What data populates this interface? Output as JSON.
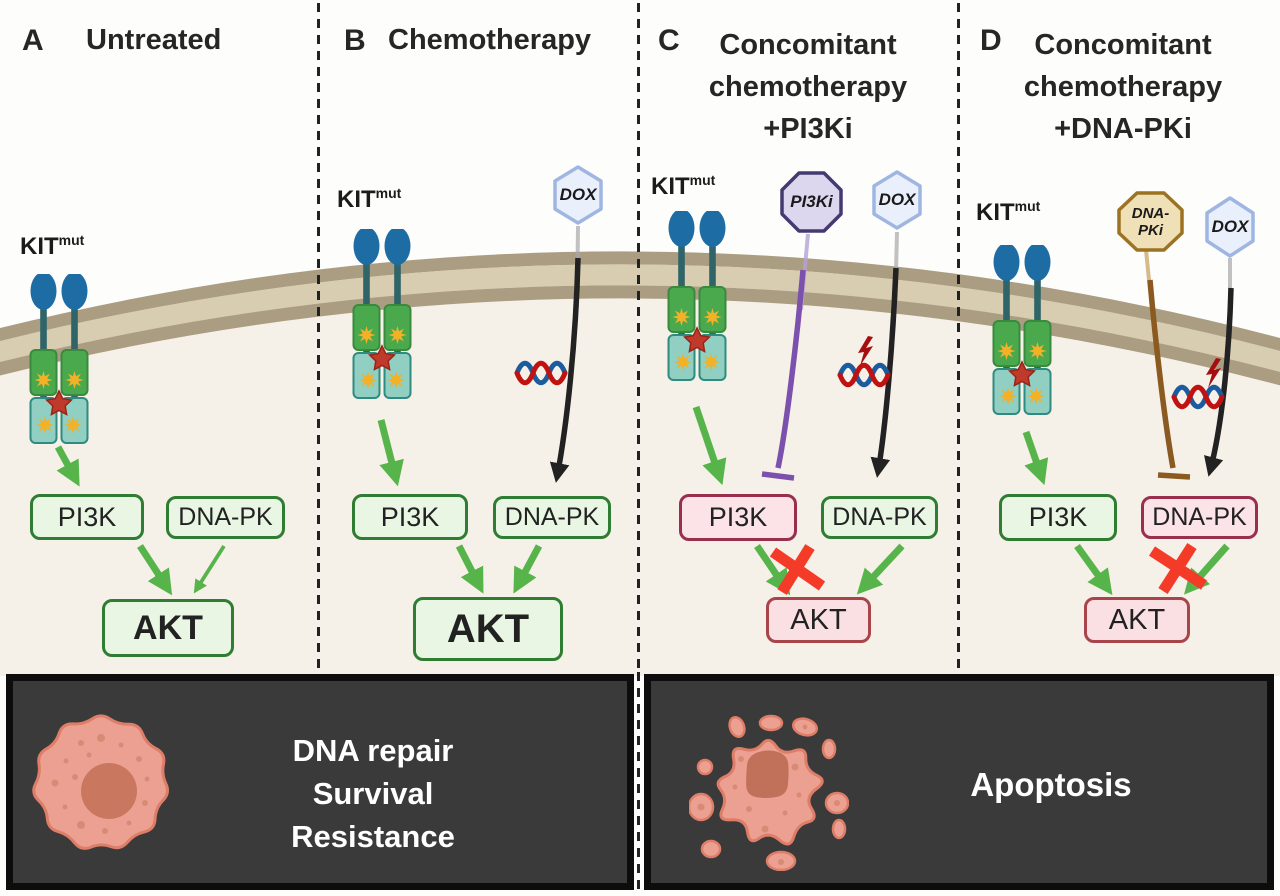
{
  "panels": [
    {
      "letter": "A",
      "title_lines": [
        "Untreated"
      ],
      "receptor": {
        "label": "KIT",
        "superscript": "mut"
      },
      "boxes": {
        "pi3k": "PI3K",
        "dna_pk": "DNA-PK",
        "akt": "AKT"
      }
    },
    {
      "letter": "B",
      "title_lines": [
        "Chemotherapy"
      ],
      "receptor": {
        "label": "KIT",
        "superscript": "mut"
      },
      "drug": {
        "label": "DOX"
      },
      "boxes": {
        "pi3k": "PI3K",
        "dna_pk": "DNA-PK",
        "akt": "AKT"
      }
    },
    {
      "letter": "C",
      "title_lines": [
        "Concomitant",
        "chemotherapy",
        "+PI3Ki"
      ],
      "receptor": {
        "label": "KIT",
        "superscript": "mut"
      },
      "inhibitor": {
        "label_lines": [
          "PI3Ki"
        ]
      },
      "drug": {
        "label": "DOX"
      },
      "boxes": {
        "pi3k": "PI3K",
        "dna_pk": "DNA-PK",
        "akt": "AKT"
      }
    },
    {
      "letter": "D",
      "title_lines": [
        "Concomitant",
        "chemotherapy",
        "+DNA-PKi"
      ],
      "receptor": {
        "label": "KIT",
        "superscript": "mut"
      },
      "inhibitor": {
        "label_lines": [
          "DNA-",
          "PKi"
        ]
      },
      "drug": {
        "label": "DOX"
      },
      "boxes": {
        "pi3k": "PI3K",
        "dna_pk": "DNA-PK",
        "akt": "AKT"
      }
    }
  ],
  "outcomes": {
    "resistant": {
      "lines": [
        "DNA repair",
        "Survival",
        "Resistance"
      ]
    },
    "apoptotic": {
      "lines": [
        "Apoptosis"
      ]
    }
  },
  "colors": {
    "active_box_fill": "#e9f6e3",
    "active_box_border": "#2f7d32",
    "inhibited_box_fill": "#fbe3e8",
    "inhibited_box_border": "#9a2f4d",
    "green_arrow": "#57b44b",
    "black_arrow": "#222222",
    "inhibition_purple": "#7b51ad",
    "inhibition_brown": "#8a5a20",
    "blocked_cross": "#f43b28",
    "pi3ki_badge_fill": "#dcd7ef",
    "pi3ki_badge_border": "#453a70",
    "dnapki_badge_fill": "#efe0b8",
    "dnapki_badge_border": "#9c7322",
    "dox_badge_fill": "#e9effb",
    "dox_badge_border": "#9fb6e2",
    "membrane_dark": "#ab9d82",
    "membrane_light": "#d8ccb1",
    "cytoplasm": "#f5f0e8",
    "outcome_bg": "#3a3a3a",
    "cell_body": "#eca092",
    "cell_outline": "#de7e69",
    "cell_nucleus": "#ca7760"
  }
}
